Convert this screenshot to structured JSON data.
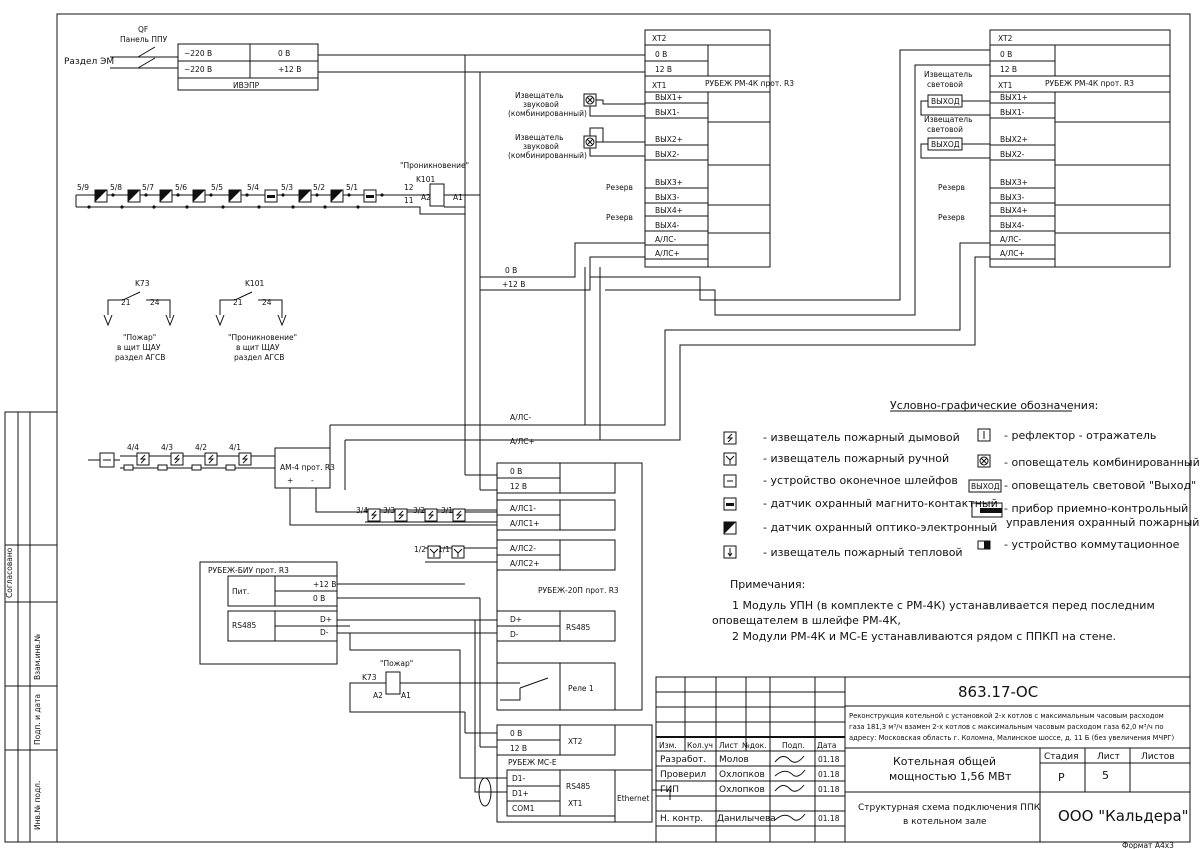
{
  "power": {
    "qf_label": "QF",
    "panel_label": "Панель ППУ",
    "source_label": "Раздел ЭМ",
    "in1": "~220 В",
    "in2": "~220 В",
    "out0": "0 В",
    "out12": "+12 В",
    "name": "ИВЭПР"
  },
  "rm4k_1": {
    "xt2": "XT2",
    "r0": "0 В",
    "r12": "12 В",
    "xt1": "XT1",
    "title": "РУБЕЖ РМ-4К прот. R3",
    "outputs": [
      "ВЫХ1+",
      "ВЫХ1-",
      "ВЫХ2+",
      "ВЫХ2-",
      "ВЫХ3+",
      "ВЫХ3-",
      "ВЫХ4+",
      "ВЫХ4-",
      "А/ЛС-",
      "А/ЛС+"
    ],
    "sounder1": [
      "Извещатель",
      "звуковой",
      "(комбинированный)"
    ],
    "sounder2": [
      "Извещатель",
      "звуковой",
      "(комбинированный)"
    ],
    "reserve1": "Резерв",
    "reserve2": "Резерв"
  },
  "rm4k_2": {
    "xt2": "XT2",
    "r0": "0 В",
    "r12": "12 В",
    "xt1": "XT1",
    "title": "РУБЕЖ РМ-4К прот. R3",
    "outputs": [
      "ВЫХ1+",
      "ВЫХ1-",
      "ВЫХ2+",
      "ВЫХ2-",
      "ВЫХ3+",
      "ВЫХ3-",
      "ВЫХ4+",
      "ВЫХ4-",
      "А/ЛС-",
      "А/ЛС+"
    ],
    "light1": [
      "Извещатель",
      "световой"
    ],
    "light2": [
      "Извещатель",
      "световой"
    ],
    "exit1": "ВЫХОД",
    "exit2": "ВЫХОД",
    "reserve1": "Резерв",
    "reserve2": "Резерв"
  },
  "loop5": {
    "labels": [
      "5/9",
      "5/8",
      "5/7",
      "5/6",
      "5/5",
      "5/4",
      "5/3",
      "5/2",
      "5/1"
    ],
    "relay_title": "\"Проникновение\"",
    "relay": "K101",
    "n12": "12",
    "n11": "11",
    "a2": "A2",
    "a1": "A1"
  },
  "bus": {
    "zero": "0 В",
    "plus12": "+12 В",
    "als_minus": "А/ЛС-",
    "als_plus": "А/ЛС+"
  },
  "contacts": {
    "k73": "K73",
    "k101": "K101",
    "c21a": "21",
    "c24a": "24",
    "c21b": "21",
    "c24b": "24",
    "fire_lines": [
      "\"Пожар\"",
      "в щит ЩАУ",
      "раздел АГСВ"
    ],
    "intrusion_lines": [
      "\"Проникновение\"",
      "в щит ЩАУ",
      "раздел АГСВ"
    ]
  },
  "loop4": {
    "labels": [
      "4/4",
      "4/3",
      "4/2",
      "4/1"
    ],
    "am4": "АМ-4 прот. R3",
    "plus": "+",
    "minus": "-"
  },
  "rubezh20p": {
    "r0": "0 В",
    "r12": "12 В",
    "als1m": "А/ЛС1-",
    "als1p": "А/ЛС1+",
    "als2m": "А/ЛС2-",
    "als2p": "А/ЛС2+",
    "title": "РУБЕЖ-20П прот. R3",
    "dplus": "D+",
    "dminus": "D-",
    "rs485": "RS485",
    "relay1": "Реле 1",
    "loop3": [
      "3/4",
      "3/3",
      "3/2",
      "3/1"
    ],
    "loop1": [
      "1/2",
      "1/1"
    ]
  },
  "biu": {
    "title": "РУБЕЖ-БИУ прот. R3",
    "pit": "Пит.",
    "p12": "+12 В",
    "p0": "0 В",
    "rs485": "RS485",
    "dplus": "D+",
    "dminus": "D-"
  },
  "relay_fire": {
    "title": "\"Пожар\"",
    "relay": "K73",
    "a2": "A2",
    "a1": "A1"
  },
  "mce": {
    "r0": "0 В",
    "r12": "12 В",
    "xt2": "XT2",
    "title": "РУБЕЖ МС-Е",
    "d1m": "D1-",
    "d1p": "D1+",
    "com": "COM1",
    "rs485": "RS485",
    "xt1": "XT1",
    "eth": "Ethernet"
  },
  "legend": {
    "title": "Условно-графические обозначения:",
    "items": [
      "- извещатель пожарный дымовой",
      "- извещатель пожарный ручной",
      "- устройство оконечное шлейфов",
      "- датчик охранный магнито-контактный",
      "- датчик охранный оптико-электронный",
      "- извещатель пожарный тепловой",
      "- рефлектор - отражатель",
      "- оповещатель комбинированный",
      "- оповещатель световой \"Выход\"",
      "- прибор приемно-контрольный",
      "управления охранный пожарный",
      "- устройство коммутационное"
    ],
    "exit_symbol": "ВЫХОД"
  },
  "notes": {
    "title": "Примечания:",
    "lines": [
      "1 Модуль УПН (в комплекте с РМ-4К) устанавливается перед последним",
      "оповещателем в шлейфе РМ-4К,",
      "2 Модули РМ-4К и МС-Е устанавливаются рядом с ППКП на стене."
    ]
  },
  "side": {
    "soglasovano": "Согласовано",
    "vzam": "Взам.инв.№",
    "podp": "Подп. и дата",
    "inv": "Инв.№ подл."
  },
  "stamp": {
    "code": "863.17-ОС",
    "desc": [
      "Реконструкция котельной с установкой 2-х котлов с максимальным часовым расходом",
      "газа 181,3 м³/ч взамен 2-х котлов с максимальным часовым расходом газа 62,0 м³/ч по",
      "адресу: Московская область г. Коломна, Малинское шоссе, д. 11 Б (без увеличения МЧРГ)"
    ],
    "headers": [
      "Изм.",
      "Кол.уч",
      "Лист",
      "№док.",
      "Подп.",
      "Дата"
    ],
    "roles": [
      "Разработ.",
      "Проверил",
      "ГИП",
      "",
      "Н. контр."
    ],
    "names": [
      "Молов",
      "Охлопков",
      "Охлопков",
      "",
      "Данилычева"
    ],
    "dates": [
      "01.18",
      "01.18",
      "01.18",
      "",
      "01.18"
    ],
    "object": [
      "Котельная общей",
      "мощностью 1,56 МВт"
    ],
    "stage_h": "Стадия",
    "sheet_h": "Лист",
    "sheets_h": "Листов",
    "stage": "Р",
    "sheet": "5",
    "sheets": "",
    "sheet_title": [
      "Структурная схема подключения ППК",
      "в котельном зале"
    ],
    "company": "ООО \"Кальдера\"",
    "format": "Формат А4x3"
  }
}
